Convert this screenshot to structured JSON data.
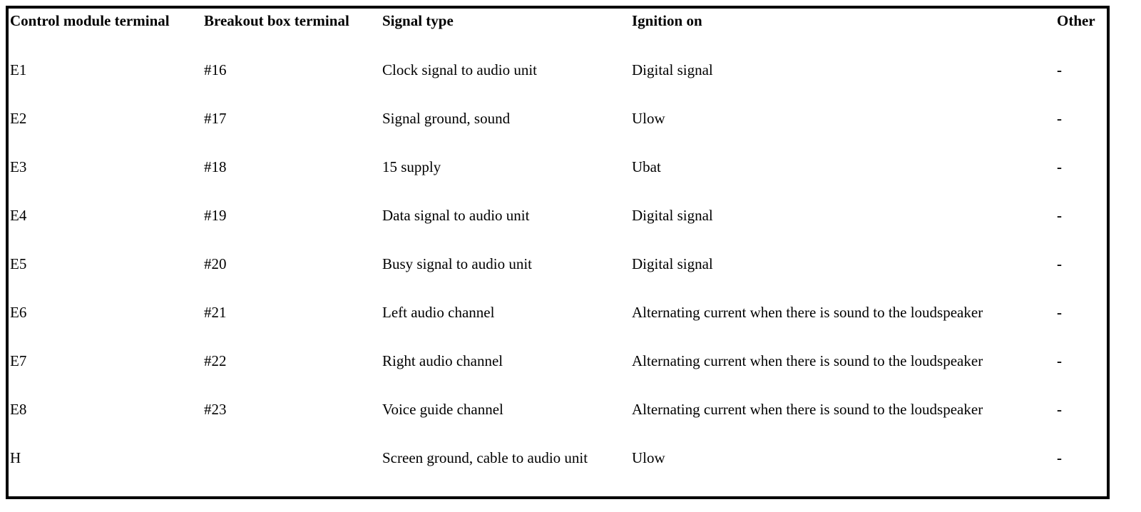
{
  "table": {
    "headers": [
      "Control module terminal",
      "Breakout box terminal",
      "Signal type",
      "Ignition on",
      "Other"
    ],
    "rows": [
      [
        "E1",
        "#16",
        "Clock signal to audio unit",
        "Digital signal",
        "-"
      ],
      [
        "E2",
        "#17",
        "Signal ground, sound",
        "Ulow",
        "-"
      ],
      [
        "E3",
        "#18",
        "15 supply",
        "Ubat",
        "-"
      ],
      [
        "E4",
        "#19",
        "Data signal to audio unit",
        "Digital signal",
        "-"
      ],
      [
        "E5",
        "#20",
        "Busy signal to audio unit",
        "Digital signal",
        "-"
      ],
      [
        "E6",
        "#21",
        "Left audio channel",
        "Alternating current when there is sound to the loudspeaker",
        "-"
      ],
      [
        "E7",
        "#22",
        "Right audio channel",
        "Alternating current when there is sound to the loudspeaker",
        "-"
      ],
      [
        "E8",
        "#23",
        "Voice guide channel",
        "Alternating current when there is sound to the loudspeaker",
        "-"
      ],
      [
        "H",
        "",
        "Screen ground, cable to audio unit",
        "Ulow",
        "-"
      ]
    ]
  }
}
